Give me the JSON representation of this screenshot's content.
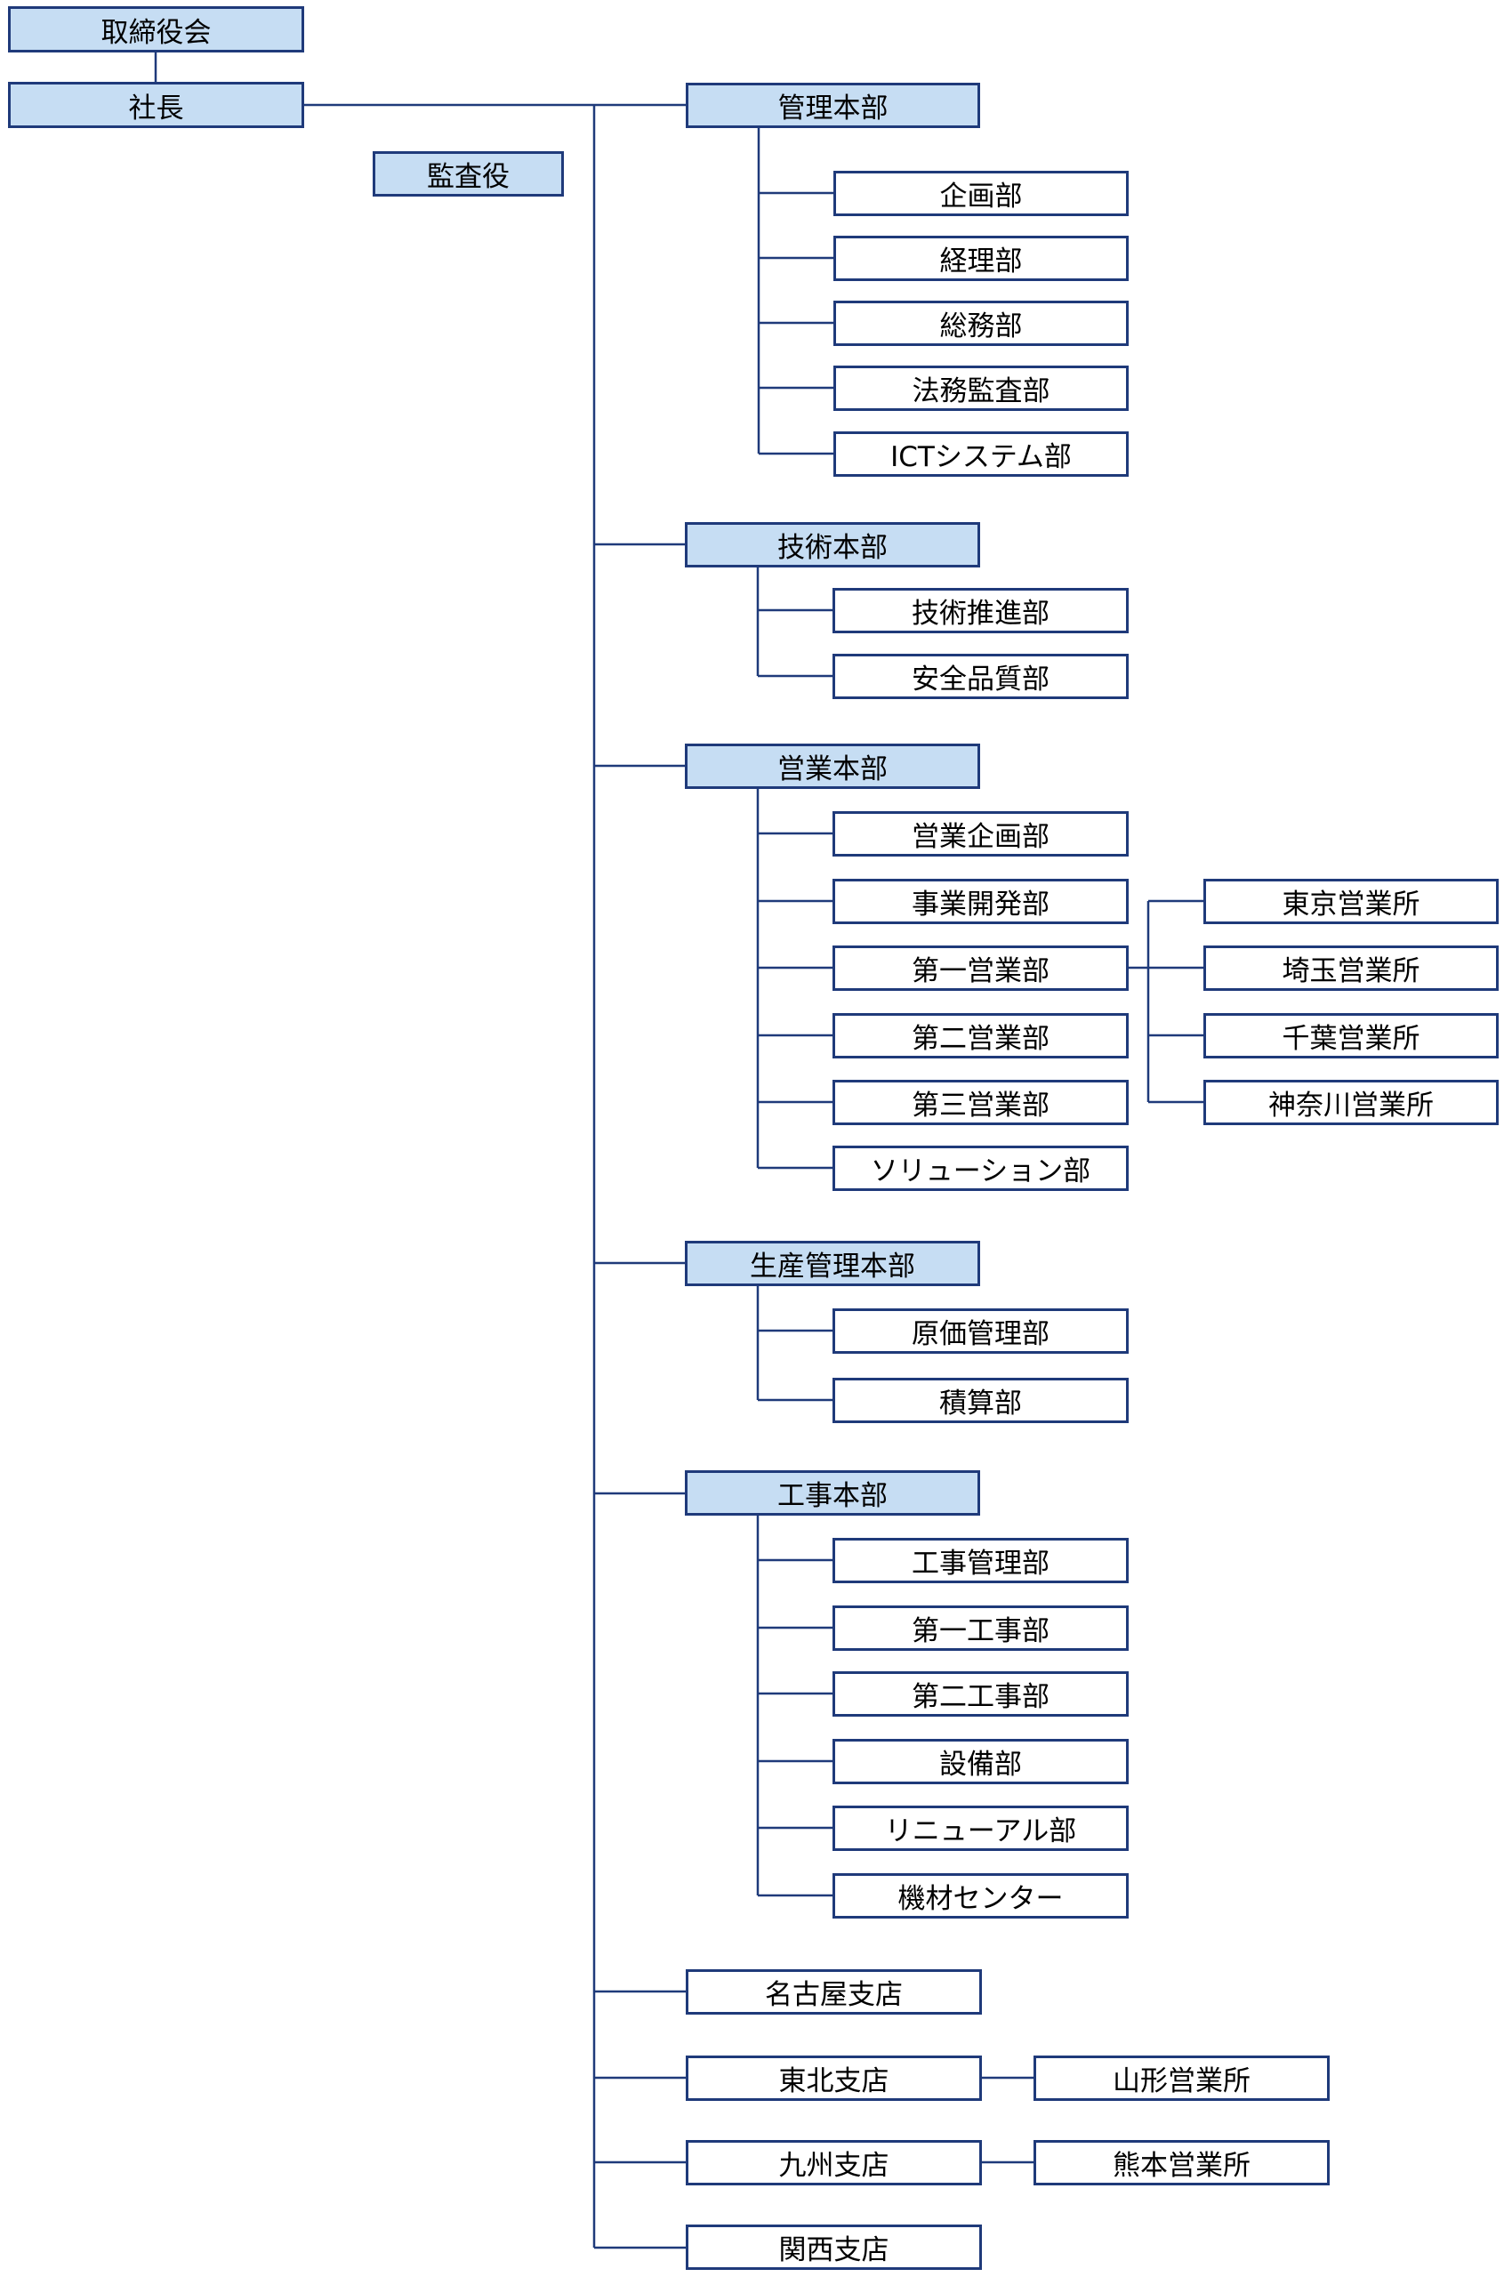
{
  "colors": {
    "line": "#1f3a7a",
    "highlight_fill": "#c6ddf3",
    "box_fill": "#ffffff"
  },
  "org": {
    "board": "取締役会",
    "president": "社長",
    "auditor": "監査役",
    "divisions": [
      {
        "name": "管理本部",
        "departments": [
          "企画部",
          "経理部",
          "総務部",
          "法務監査部",
          "ICTシステム部"
        ]
      },
      {
        "name": "技術本部",
        "departments": [
          "技術推進部",
          "安全品質部"
        ]
      },
      {
        "name": "営業本部",
        "departments": [
          "営業企画部",
          "事業開発部",
          "第一営業部",
          "第二営業部",
          "第三営業部",
          "ソリューション部"
        ],
        "sales_offices": [
          "東京営業所",
          "埼玉営業所",
          "千葉営業所",
          "神奈川営業所"
        ]
      },
      {
        "name": "生産管理本部",
        "departments": [
          "原価管理部",
          "積算部"
        ]
      },
      {
        "name": "工事本部",
        "departments": [
          "工事管理部",
          "第一工事部",
          "第二工事部",
          "設備部",
          "リニューアル部",
          "機材センター"
        ]
      }
    ],
    "branches": [
      {
        "name": "名古屋支店"
      },
      {
        "name": "東北支店",
        "office": "山形営業所"
      },
      {
        "name": "九州支店",
        "office": "熊本営業所"
      },
      {
        "name": "関西支店"
      }
    ]
  }
}
